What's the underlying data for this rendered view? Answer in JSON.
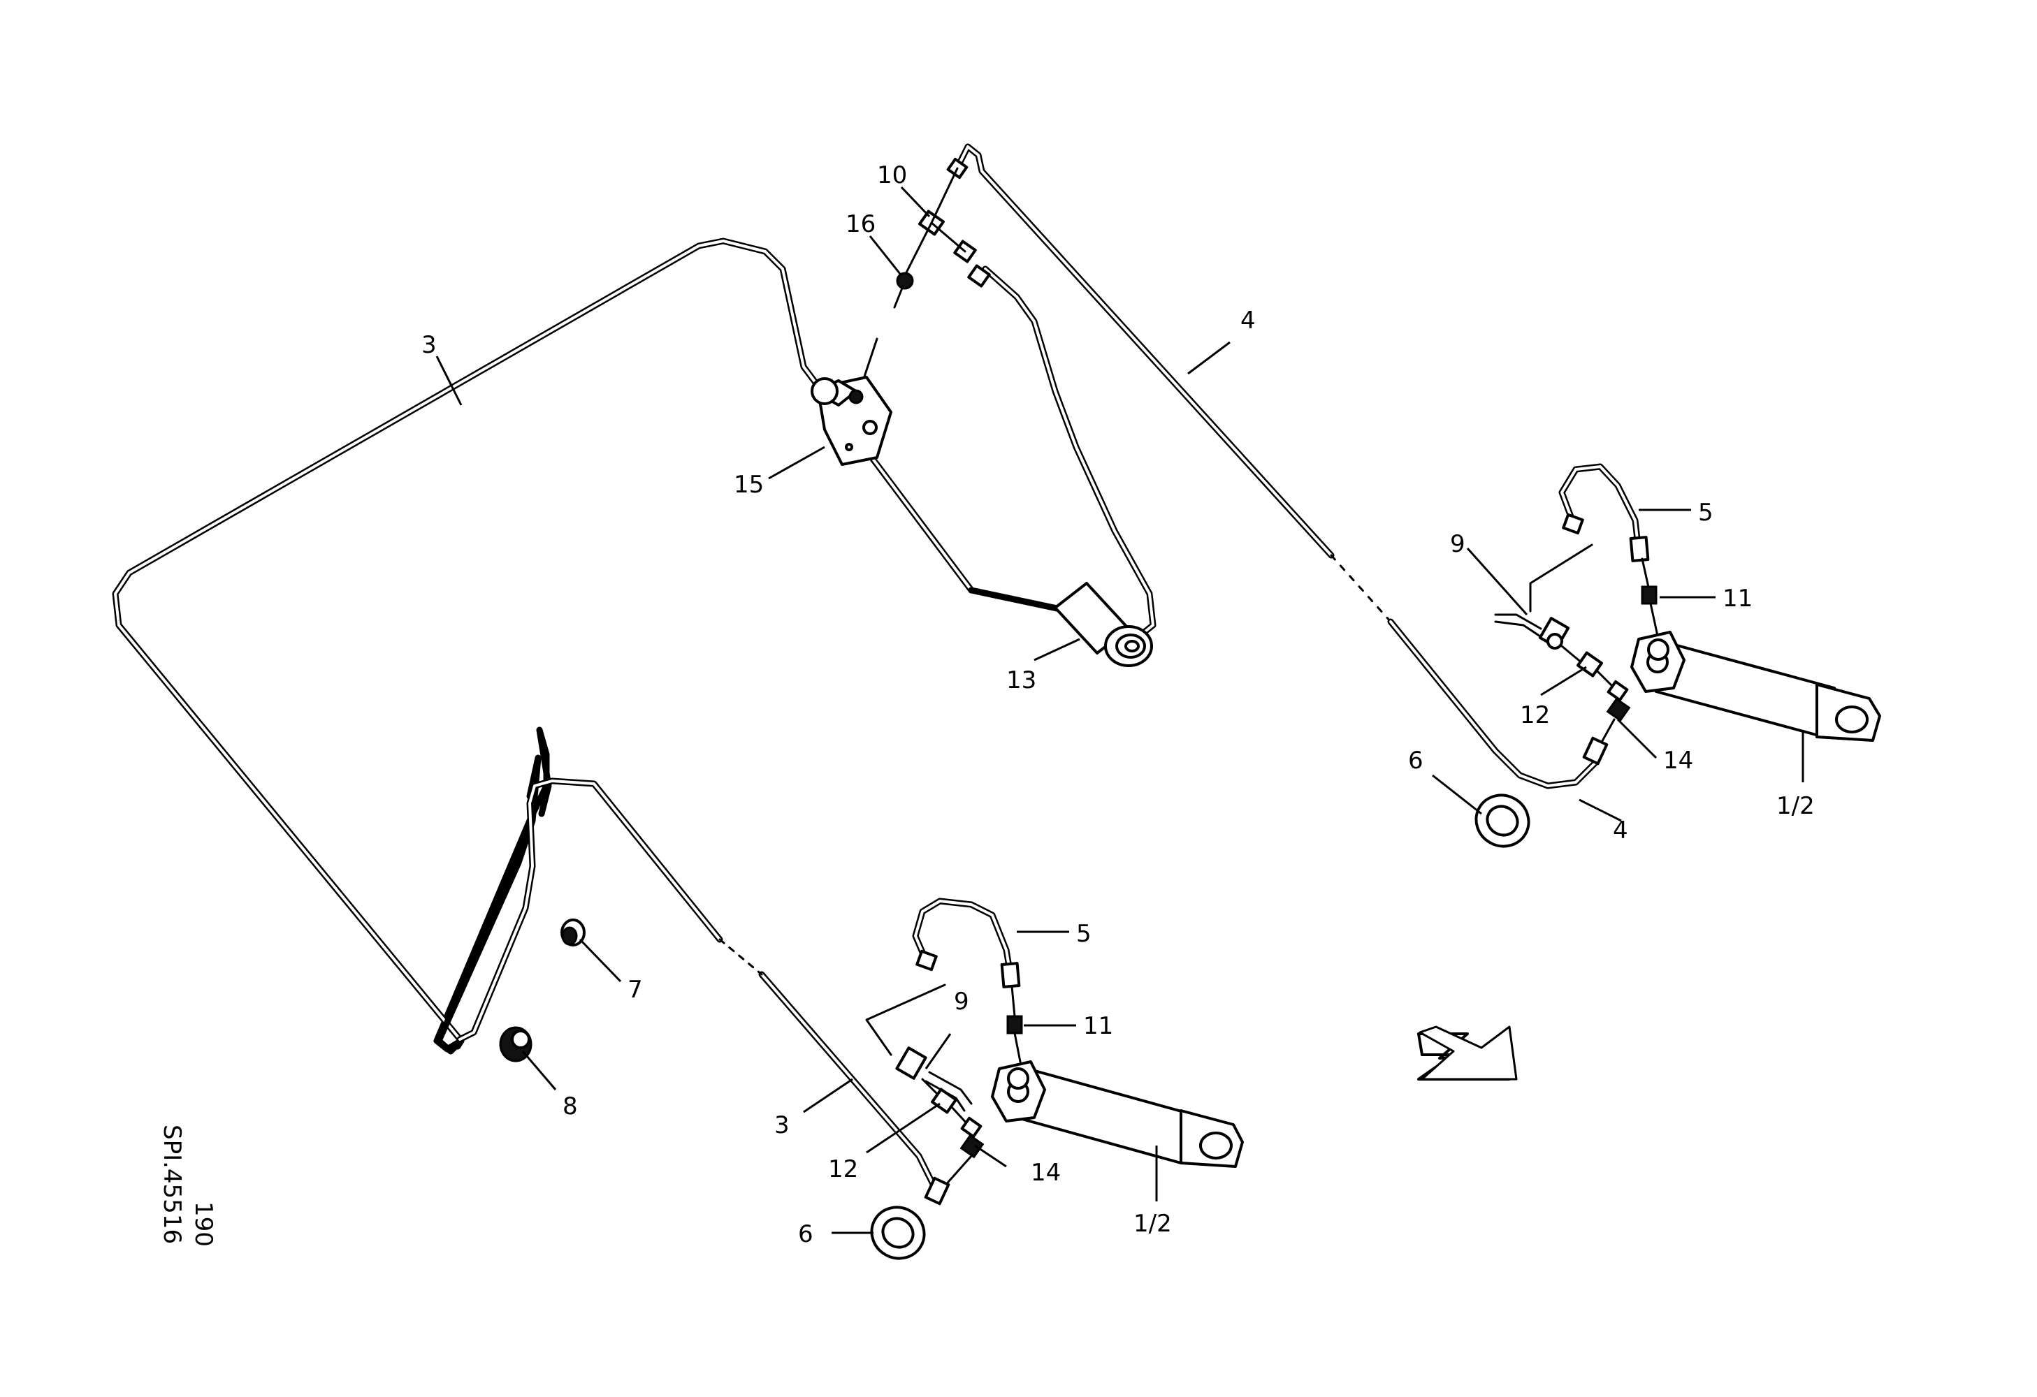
{
  "callouts": {
    "c1": "10",
    "c2": "16",
    "c3": "3",
    "c4": "4",
    "c5": "15",
    "c6": "13",
    "c7": "9",
    "c8": "5",
    "c9": "11",
    "c10": "12",
    "c11": "14",
    "c12": "6",
    "c13": "4",
    "c14": "1/2",
    "c15": "5",
    "c16": "9",
    "c17": "11",
    "c18": "7",
    "c19": "8",
    "c20": "3",
    "c21": "12",
    "c22": "14",
    "c23": "6",
    "c24": "1/2"
  },
  "drawing": {
    "number": "190",
    "reference": "SPI.45516"
  },
  "direction_arrow": "direction-of-travel-arrow-icon"
}
